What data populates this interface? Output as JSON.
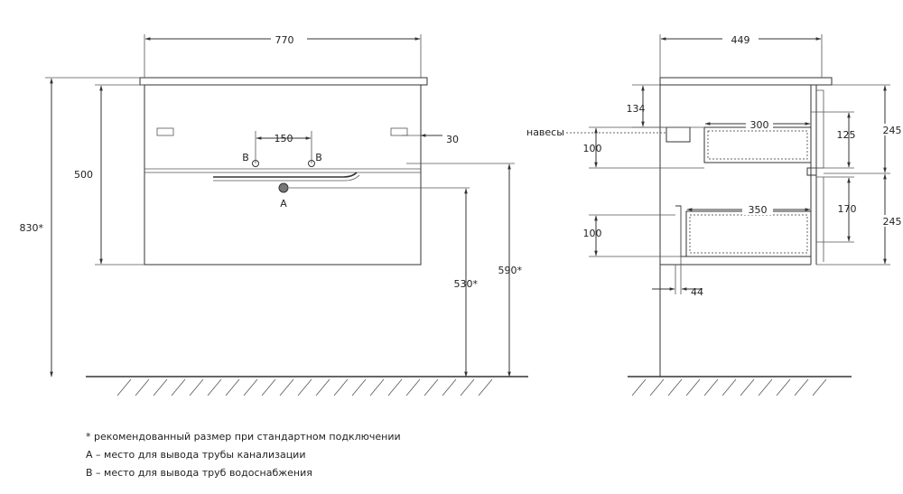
{
  "front": {
    "width": "770",
    "total_height": "830*",
    "cabinet_height": "500",
    "pipe_spacing": "150",
    "hanger_offset": "30",
    "height_530": "530*",
    "height_590": "590*",
    "label_B_left": "B",
    "label_B_right": "B",
    "label_A": "A"
  },
  "side": {
    "depth": "449",
    "label_hangers": "навесы",
    "dim_134": "134",
    "dim_300": "300",
    "dim_100_top": "100",
    "dim_125": "125",
    "dim_245_top": "245",
    "dim_350": "350",
    "dim_170": "170",
    "dim_100_bottom": "100",
    "dim_245_bottom": "245",
    "dim_44": "44"
  },
  "notes": [
    "* рекомендованный размер при стандартном подключении",
    "А – место для вывода трубы канализации",
    "В – место для вывода труб водоснабжения"
  ]
}
